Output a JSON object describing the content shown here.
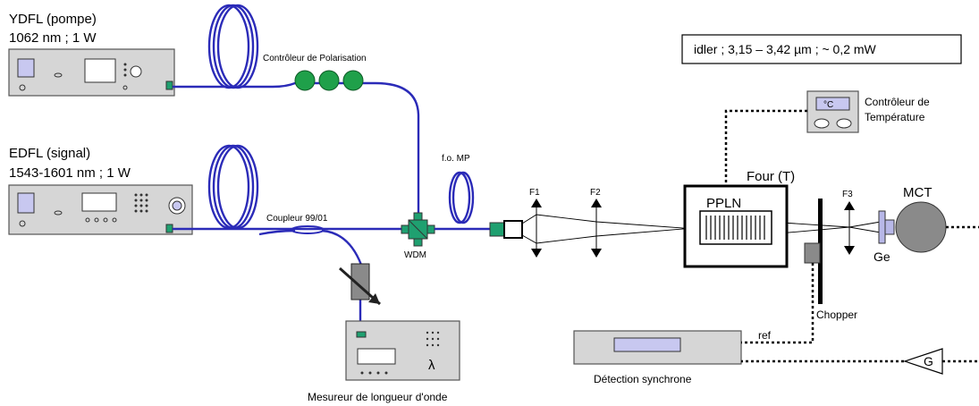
{
  "labels": {
    "ydfl_title": "YDFL (pompe)",
    "ydfl_spec": "1062 nm ; 1 W",
    "edfl_title": "EDFL (signal)",
    "edfl_spec": "1543-1601 nm ; 1 W",
    "polar_ctrl": "Contrôleur de Polarisation",
    "coupler": "Coupleur 99/01",
    "wdm": "WDM",
    "fo_mp": "f.o. MP",
    "f1": "F1",
    "f2": "F2",
    "f3": "F3",
    "four": "Four (T)",
    "pplm": "PPLN",
    "mct": "MCT",
    "ge": "Ge",
    "chopper": "Chopper",
    "ref": "ref",
    "g": "G",
    "temp_ctrl_line1": "Contrôleur de",
    "temp_ctrl_line2": "Température",
    "temp_display": "°C",
    "lock_in": "Détection synchrone",
    "wavemeter": "Mesureur de longueur d'onde",
    "lambda": "λ",
    "idler": "idler ; 3,15 – 3,42 µm ; ~ 0,2 mW"
  },
  "colors": {
    "fiber": "#2b2bb8",
    "polar_ctrl": "#1fa04a",
    "connector": "#1fa070",
    "device_body": "#d6d6d6",
    "screen": "#c8c8f0",
    "detector": "#8a8a8a"
  }
}
